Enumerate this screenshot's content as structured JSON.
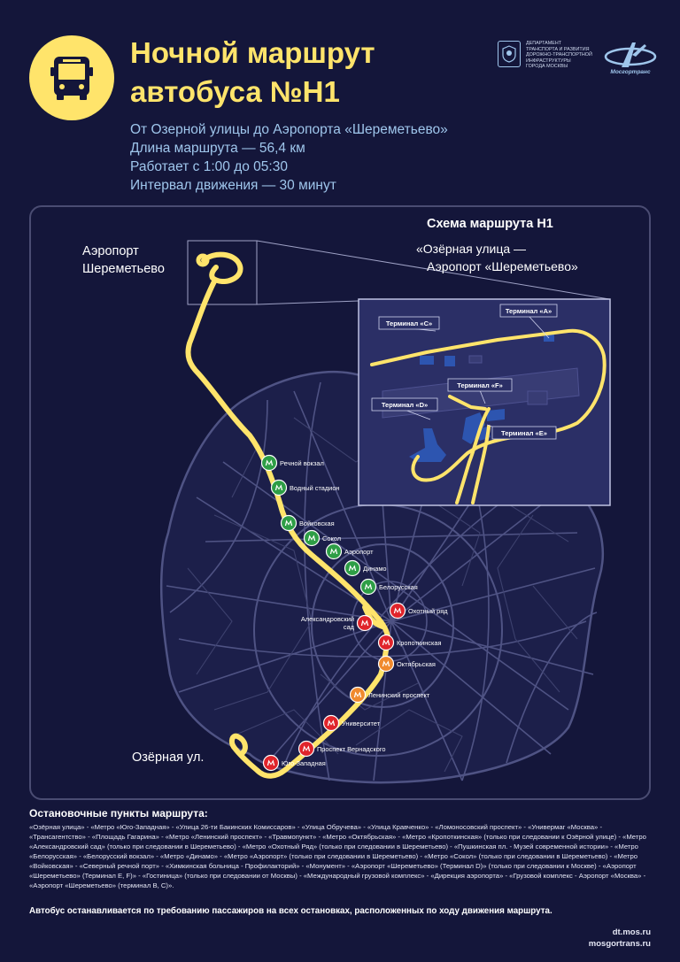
{
  "header": {
    "title_line1": "Ночной маршрут",
    "title_line2": "автобуса №Н1",
    "info": [
      "От Озерной улицы до Аэропорта «Шереметьево»",
      "Длина маршрута — 56,4 км",
      "Работает с 1:00 до 05:30",
      "Интервал движения — 30 минут"
    ],
    "dept_lines": [
      "ДЕПАРТАМЕНТ",
      "ТРАНСПОРТА И РАЗВИТИЯ",
      "ДОРОЖНО-ТРАНСПОРТНОЙ",
      "ИНФРАСТРУКТУРЫ",
      "ГОРОДА МОСКВЫ"
    ],
    "mgt_name": "Мосгортранс"
  },
  "colors": {
    "background": "#14163a",
    "accent": "#ffe46b",
    "info_text": "#9fc6ec",
    "metro_green": "#2e9e46",
    "metro_red": "#e0242b",
    "metro_orange": "#f08a2e",
    "inset_bg": "#2b2f66"
  },
  "icons": {
    "bus": "bus-icon",
    "metro": "metro-m-icon",
    "emblem": "moscow-emblem-icon",
    "mgt": "mosgortrans-logo-icon"
  },
  "map": {
    "scheme_title": "Схема маршрута Н1",
    "scheme_sub1": "«Озёрная улица —",
    "scheme_sub2": "Аэропорт «Шереметьево»",
    "airport_label1": "Аэропорт",
    "airport_label2": "Шереметьево",
    "ozer_label": "Озёрная ул.",
    "terminals": [
      "Терминал «C»",
      "Терминал «A»",
      "Терминал «F»",
      "Терминал «D»",
      "Терминал «E»"
    ],
    "stations": [
      {
        "name": "Речной вокзал",
        "line": "green"
      },
      {
        "name": "Водный стадион",
        "line": "green"
      },
      {
        "name": "Войковская",
        "line": "green"
      },
      {
        "name": "Сокол",
        "line": "green"
      },
      {
        "name": "Аэропорт",
        "line": "green"
      },
      {
        "name": "Динамо",
        "line": "green"
      },
      {
        "name": "Белорусская",
        "line": "green"
      },
      {
        "name": "Охотный ряд",
        "line": "red"
      },
      {
        "name": "Александровский",
        "line": "red",
        "name2": "сад"
      },
      {
        "name": "Кропоткинская",
        "line": "red"
      },
      {
        "name": "Октябрьская",
        "line": "orange"
      },
      {
        "name": "Ленинский проспект",
        "line": "orange"
      },
      {
        "name": "Университет",
        "line": "red"
      },
      {
        "name": "Проспект Вернадского",
        "line": "red"
      },
      {
        "name": "Юго-Западная",
        "line": "red"
      }
    ]
  },
  "footer": {
    "stops_title": "Остановочные пункты маршрута:",
    "stops_text": "«Озёрная улица» - «Метро «Юго-Западная» - «Улица 26-ти Бакинских Комиссаров» - «Улица Обручева» - «Улица Кравченко» - «Ломоносовский проспект» - «Универмаг «Москва» - «Трансагентство» - «Площадь Гагарина» - «Метро «Ленинский проспект» - «Травмопункт» - «Метро «Октябрьская» - «Метро «Кропоткинская» (только при следовании к Озёрной улице) - «Метро «Александровский сад» (только при следовании в Шереметьево) - «Метро «Охотный Ряд» (только при следовании в Шереметьево) - «Пушкинская пл. - Музей современной истории» - «Метро «Белорусская» - «Белорусский вокзал» - «Метро «Динамо» - «Метро «Аэропорт» (только при следовании в Шереметьево) - «Метро «Сокол» (только при следовании в Шереметьево) - «Метро «Войковская» - «Северный речной порт» - «Химкинская больница - Профилакторий» - «Монумент» - «Аэропорт «Шереметьево» (Терминал D)» (только при следовании к Москве) - «Аэропорт «Шереметьево» (Терминал E, F)» - «Гостиница» (только при следовании от Москвы) - «Международный грузовой комплекс» - «Дирекция аэропорта» - «Грузовой комплекс - Аэропорт «Москва» - «Аэропорт «Шереметьево» (терминал B, C)».",
    "note": "Автобус останавливается по требованию пассажиров на всех остановках, расположенных по ходу движения маршрута.",
    "site1": "dt.mos.ru",
    "site2": "mosgortrans.ru"
  }
}
